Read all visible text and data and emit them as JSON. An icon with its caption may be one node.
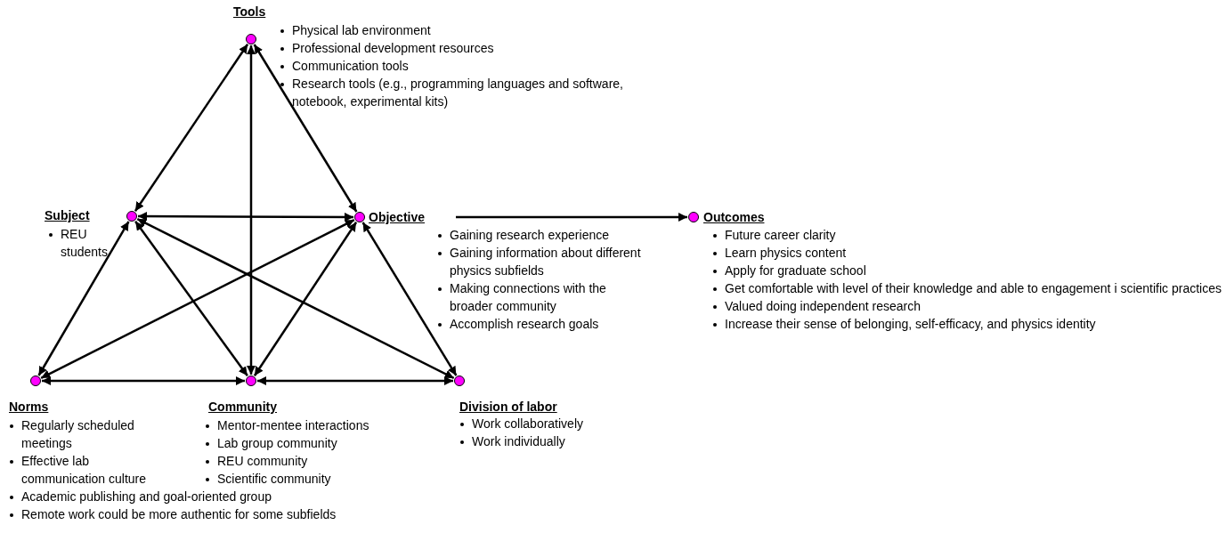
{
  "diagram": {
    "nodes": [
      {
        "text": [
          "Tools"
        ],
        "beside": [
          "Physical lab environment",
          "Professional development resources",
          "Communication tools",
          "Research tools (e.g., programming languages and software, notebook, experimental kits)"
        ]
      },
      {
        "text": [
          "Subject"
        ],
        "beside": [
          "REU students"
        ]
      },
      {
        "text": [
          "Objective"
        ],
        "beside": [
          "Gaining research experience",
          "Gaining information about different physics subfields",
          "Making connections with the broader community",
          "Accomplish research goals"
        ]
      },
      {
        "text": [
          "Outcomes"
        ],
        "beside": [
          "Future career clarity",
          "Learn physics content",
          "Apply for graduate school",
          "Get comfortable with level of their knowledge and able to engagement i scientific practices",
          "Valued doing independent research",
          "Increase their sense of belonging, self-efficacy, and physics identity"
        ]
      },
      {
        "text": [
          "Norms"
        ],
        "beside": [
          "Regularly scheduled meetings",
          "Effective lab communication culture",
          "Academic publishing and goal-oriented group",
          "Remote work could be more authentic for some subfields"
        ]
      },
      {
        "text": [
          "Community"
        ],
        "beside": [
          "Mentor-mentee interactions",
          "Lab group community",
          "REU community",
          "Scientific community"
        ]
      },
      {
        "text": [
          "Division of labor"
        ],
        "beside": [
          "Work collaboratively",
          "Work individually"
        ]
      }
    ],
    "edges": [
      {
        "from": 0,
        "to": 1,
        "arrow": "both"
      },
      {
        "from": 0,
        "to": 5,
        "arrow": "both"
      },
      {
        "from": 0,
        "to": 2,
        "arrow": "both"
      },
      {
        "from": 1,
        "to": 2,
        "arrow": "both"
      },
      {
        "from": 1,
        "to": 4,
        "arrow": "both"
      },
      {
        "from": 1,
        "to": 5,
        "arrow": "both"
      },
      {
        "from": 1,
        "to": 6,
        "arrow": "both"
      },
      {
        "from": 2,
        "to": 4,
        "arrow": "both"
      },
      {
        "from": 2,
        "to": 5,
        "arrow": "both"
      },
      {
        "from": 2,
        "to": 6,
        "arrow": "both"
      },
      {
        "from": 4,
        "to": 5,
        "arrow": "both"
      },
      {
        "from": 5,
        "to": 6,
        "arrow": "both"
      },
      {
        "from": 2,
        "to": 3,
        "arrow": "to"
      }
    ]
  }
}
